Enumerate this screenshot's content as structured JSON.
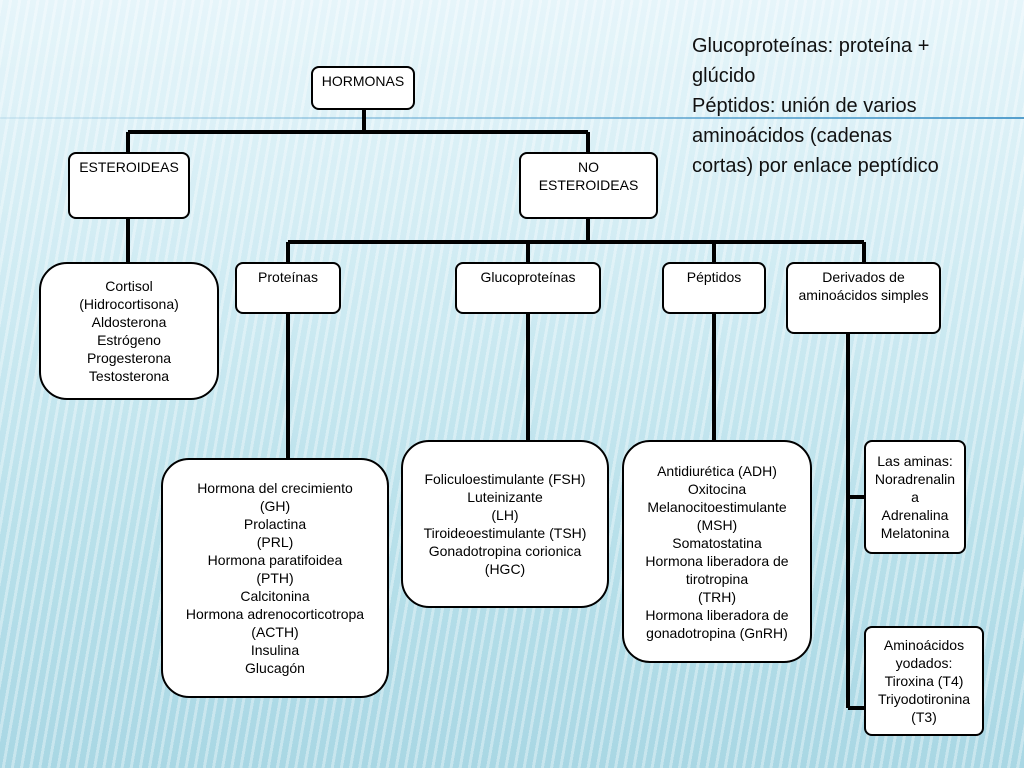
{
  "note": {
    "lines": [
      "Glucoproteínas: proteína +",
      "glúcido",
      "Péptidos: unión de varios",
      "aminoácidos (cadenas",
      "cortas) por enlace peptídico"
    ]
  },
  "diagram": {
    "root": "HORMONAS",
    "esteroideas": "ESTEROIDEAS",
    "no_esteroideas": [
      "NO",
      "ESTEROIDEAS"
    ],
    "esteroideas_list": [
      "Cortisol",
      "(Hidrocortisona)",
      "Aldosterona",
      "Estrógeno",
      "Progesterona",
      "Testosterona"
    ],
    "proteinas": "Proteínas",
    "glucoproteinas": "Glucoproteínas",
    "peptidos": "Péptidos",
    "derivados": [
      "Derivados de",
      "aminoácidos simples"
    ],
    "proteinas_list": [
      "Hormona del crecimiento",
      "(GH)",
      "Prolactina",
      "(PRL)",
      "Hormona paratifoidea",
      "(PTH)",
      "Calcitonina",
      "Hormona adrenocorticotropa",
      "(ACTH)",
      "Insulina",
      "Glucagón"
    ],
    "glucoproteinas_list": [
      "Foliculoestimulante (FSH)",
      "Luteinizante",
      "(LH)",
      "Tiroideoestimulante (TSH)",
      "Gonadotropina corionica",
      "(HGC)"
    ],
    "peptidos_list": [
      "Antidiurética (ADH)",
      "Oxitocina",
      "Melanocitoestimulante",
      "(MSH)",
      "Somatostatina",
      "Hormona liberadora de",
      "tirotropina",
      "(TRH)",
      "Hormona liberadora de",
      "gonadotropina (GnRH)"
    ],
    "aminas_list": [
      "Las aminas:",
      "Noradrenalin",
      "a",
      "Adrenalina",
      "Melatonina"
    ],
    "yodados_list": [
      "Aminoácidos",
      "yodados:",
      "Tiroxina (T4)",
      "Triyodotironina",
      "(T3)"
    ]
  }
}
